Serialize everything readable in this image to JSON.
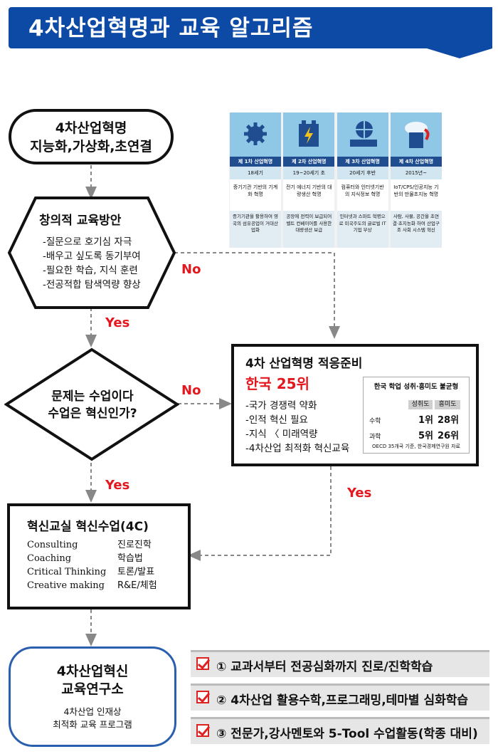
{
  "banner": {
    "title": "4차산업혁명과 교육 알고리즘"
  },
  "start": {
    "line1": "4차산업혁명",
    "line2": "지능화,가상화,초연결"
  },
  "hexagon": {
    "title": "창의적 교육방안",
    "items": [
      "-질문으로 호기심 자극",
      "-배우고 싶도록 동기부여",
      "-필요한 학습, 지식 훈련",
      "-전공적합 탐색역량 향상"
    ]
  },
  "diamond": {
    "line1": "문제는 수업이다",
    "line2": "수업은 혁신인가?"
  },
  "labels": {
    "no1": "No",
    "yes1": "Yes",
    "no2": "No",
    "yes2": "Yes",
    "yes3": "Yes"
  },
  "readiness": {
    "title": "4차 산업혁명 적응준비",
    "rank": "한국 25위",
    "items": [
      "-국가 경쟁력 약화",
      "-인적 혁신 필요",
      "-지식 〈 미래역량",
      "-4차산업 최적화 혁신교육"
    ],
    "table": {
      "title": "한국 학업 성취·흥미도 불균형",
      "headers": [
        "성취도",
        "흥미도"
      ],
      "rows": [
        {
          "subject": "수학",
          "achieve": "1위",
          "interest": "28위"
        },
        {
          "subject": "과학",
          "achieve": "5위",
          "interest": "26위"
        }
      ],
      "source": "OECD 35개국 기준, 한국경제연구원 자료"
    }
  },
  "innovation": {
    "title": "혁신교실 혁신수업(4C)",
    "rows": [
      {
        "en": "Consulting",
        "ko": "진로진학"
      },
      {
        "en": "Coaching",
        "ko": "학습법"
      },
      {
        "en": "Critical Thinking",
        "ko": "토론/발표"
      },
      {
        "en": "Creative making",
        "ko": "R&E/체험"
      }
    ]
  },
  "institute": {
    "line1": "4차산업혁신",
    "line2": "교육연구소",
    "sub1": "4차산업 인재상",
    "sub2": "최적화 교육 프로그램"
  },
  "checklist": [
    "① 교과서부터 전공심화까지 진로/진학학습",
    "② 4차산업 활용수학,프로그래밍,테마별 심화학습",
    "③ 전문가,강사멘토와 5-Tool 수업활동(학종 대비)"
  ],
  "industry": [
    {
      "title": "제 1차 산업혁명",
      "era": "18세기",
      "basis": "증기기관 기반의 기계화 혁명",
      "desc": "증기기관을 활용하여 영국의 섬유공업이 거대산업화",
      "icon": "gear-icon"
    },
    {
      "title": "제 2차 산업혁명",
      "era": "19~20세기 초",
      "basis": "전기 에너지 기반의 대량생산 혁명",
      "desc": "공장에 전력이 보급되어 벨트 컨베이어를 사용한 대량생산 보급",
      "icon": "battery-icon"
    },
    {
      "title": "제 3차 산업혁명",
      "era": "20세기 후반",
      "basis": "컴퓨터와 인터넷기반의 지식정보 혁명",
      "desc": "인터넷과 스마트 혁명으로 미국주도의 글로벌 IT기업 부상",
      "icon": "laptop-globe-icon"
    },
    {
      "title": "제 4차 산업혁명",
      "era": "2015년~",
      "basis": "IoT/CPS/인공지능 기반의 만물초지능 혁명",
      "desc": "사람, 사물, 공간을 초연결·초지능화 하여 산업구조 사회 시스템 혁신",
      "icon": "cloud-tablet-icon"
    }
  ]
}
